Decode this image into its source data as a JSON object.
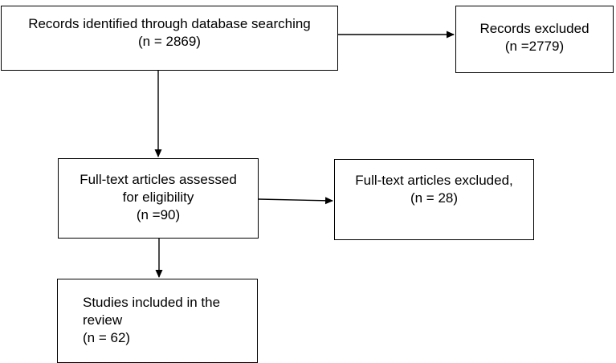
{
  "flowchart": {
    "identified": {
      "line1": "Records identified through database searching",
      "line2": "(n = 2869)"
    },
    "excluded_records": {
      "line1": "Records excluded",
      "line2": "(n =2779)"
    },
    "full_text_assessed": {
      "line1": "Full-text articles assessed",
      "line2": "for eligibility",
      "line3": "(n =90)"
    },
    "full_text_excluded": {
      "line1": "Full-text articles excluded,",
      "line2": "(n = 28)"
    },
    "included": {
      "line1": "Studies included in the",
      "line2": "review",
      "line3": "(n = 62)"
    }
  }
}
